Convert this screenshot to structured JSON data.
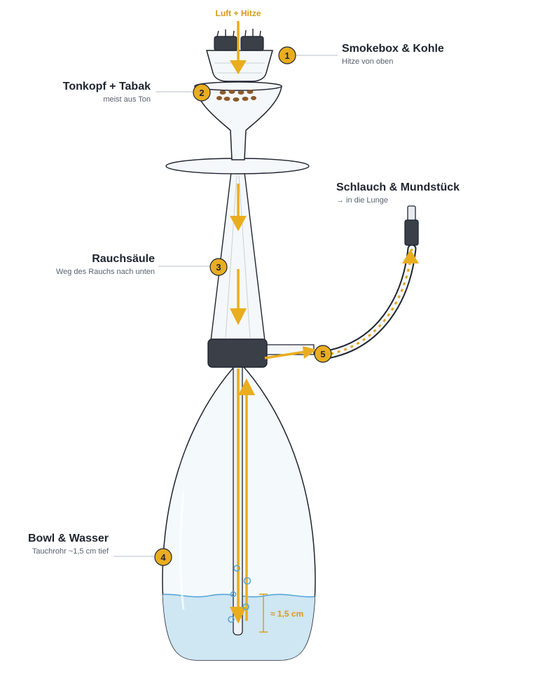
{
  "colors": {
    "accent": "#e9ad1f",
    "outline": "#1f2430",
    "water": "#cfe6f3",
    "water_line": "#52a8d8",
    "coal": "#3a3f48",
    "tobacco": "#8a5a2b"
  },
  "top_label": "Luft + Hitze",
  "water_depth_label": "≈ 1,5 cm",
  "callouts": [
    {
      "number": "1",
      "title": "Smokebox & Kohle",
      "subtitle": "Hitze von oben"
    },
    {
      "number": "2",
      "title": "Tonkopf + Tabak",
      "subtitle": "meist aus Ton"
    },
    {
      "number": "3",
      "title": "Rauchsäule",
      "subtitle": "Weg des Rauchs nach unten"
    },
    {
      "number": "4",
      "title": "Bowl & Wasser",
      "subtitle": "Tauchrohr ~1,5 cm tief"
    },
    {
      "number": "5",
      "title": "Schlauch & Mundstück",
      "subtitle": "→ in die Lunge"
    }
  ]
}
